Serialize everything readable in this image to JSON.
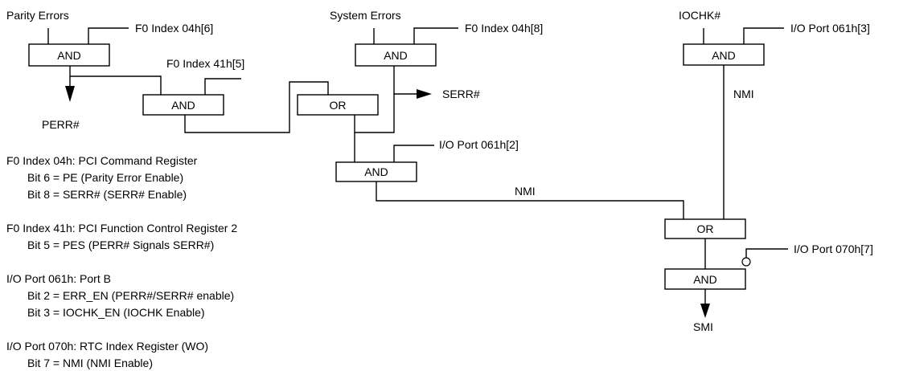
{
  "signals": {
    "parity_errors": "Parity Errors",
    "system_errors": "System Errors",
    "iochk": "IOCHK#",
    "perr": "PERR#",
    "serr": "SERR#",
    "nmi_left": "NMI",
    "nmi_right": "NMI",
    "smi": "SMI"
  },
  "registers": {
    "f0_04h_6": "F0 Index 04h[6]",
    "f0_41h_5": "F0 Index 41h[5]",
    "f0_04h_8": "F0 Index 04h[8]",
    "io_061h_2": "I/O Port 061h[2]",
    "io_061h_3": "I/O Port 061h[3]",
    "io_070h_7": "I/O Port 070h[7]"
  },
  "gates": {
    "and_parity": "AND",
    "and_pes": "AND",
    "and_serr": "AND",
    "or_serr": "OR",
    "and_err_en": "AND",
    "and_iochk": "AND",
    "or_nmi": "OR",
    "and_smi": "AND"
  },
  "legend": {
    "reg_04h_title": "F0 Index 04h: PCI Command Register",
    "reg_04h_bit6": "Bit 6 = PE (Parity Error Enable)",
    "reg_04h_bit8": "Bit 8 = SERR# (SERR# Enable)",
    "reg_41h_title": "F0 Index 41h: PCI Function Control Register 2",
    "reg_41h_bit5": "Bit 5 = PES (PERR# Signals SERR#)",
    "reg_061h_title": "I/O Port 061h: Port B",
    "reg_061h_bit2": "Bit 2 = ERR_EN (PERR#/SERR# enable)",
    "reg_061h_bit3": "Bit 3 = IOCHK_EN (IOCHK Enable)",
    "reg_070h_title": "I/O Port 070h: RTC Index Register (WO)",
    "reg_070h_bit7": "Bit 7 = NMI (NMI Enable)"
  }
}
